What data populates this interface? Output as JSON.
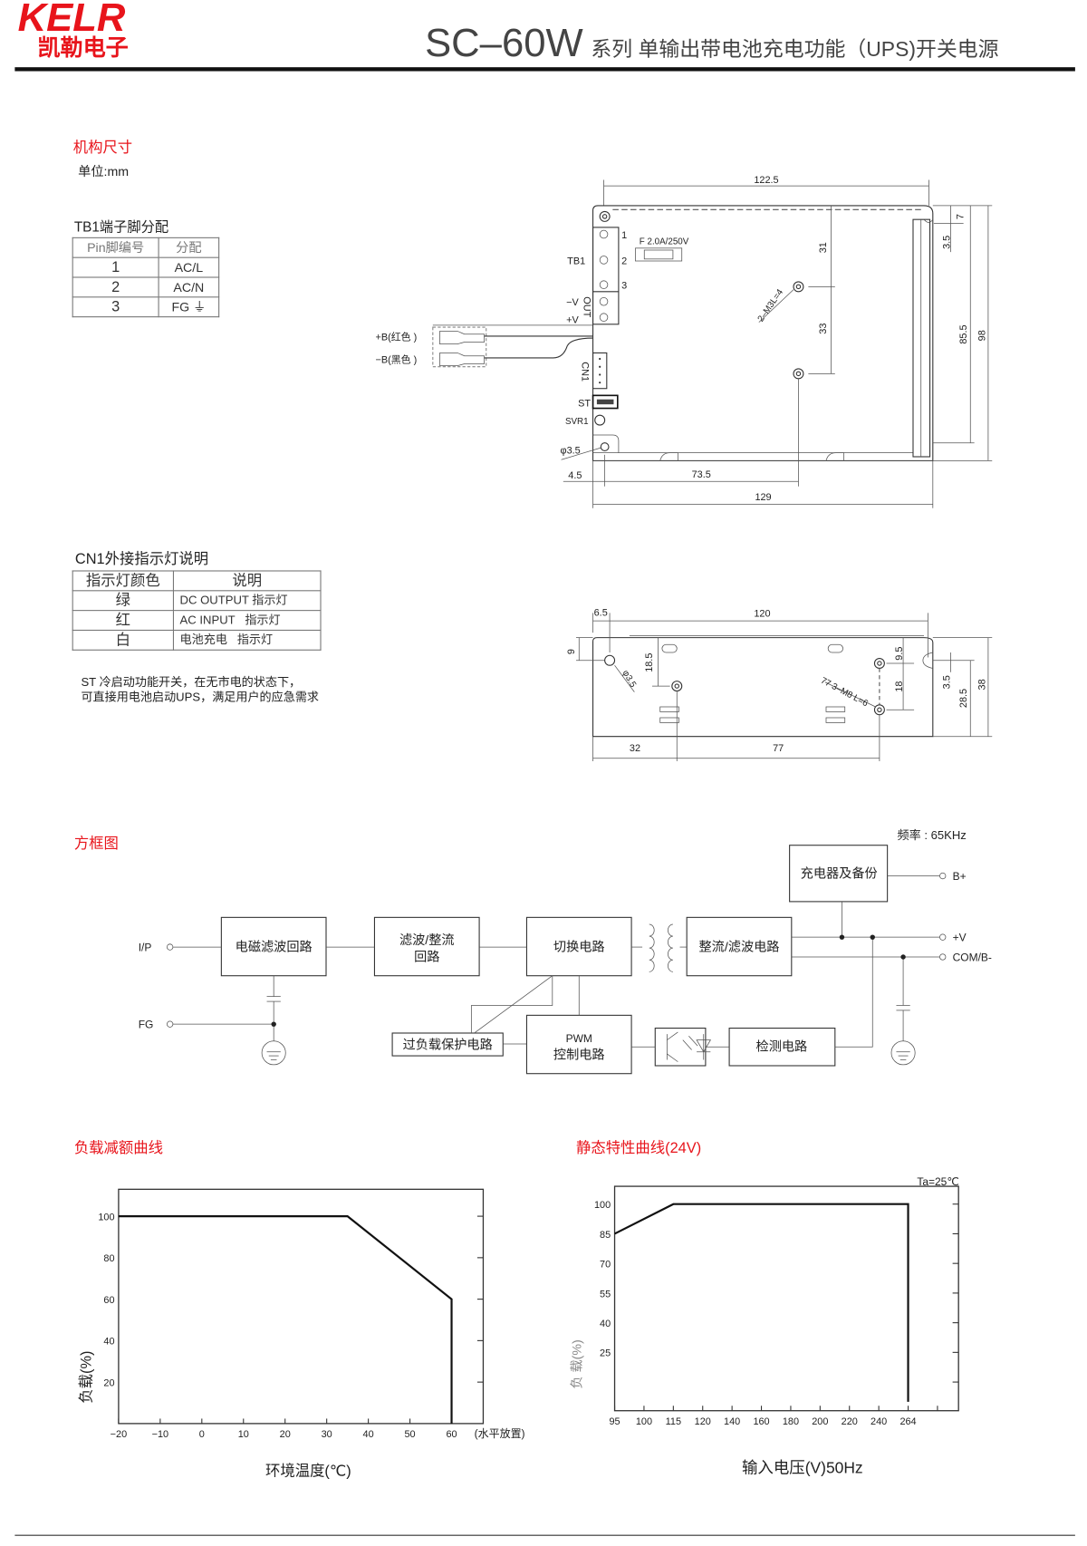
{
  "header": {
    "logo_en": "KELR",
    "logo_cn": "凯勒电子",
    "model": "SC–60W",
    "title": "系列 单输出带电池充电功能（UPS)开关电源"
  },
  "mech": {
    "title": "机构尺寸",
    "unit": "单位:mm"
  },
  "tb1": {
    "title": "TB1端子脚分配",
    "headers": [
      "Pin脚编号",
      "分配"
    ],
    "rows": [
      [
        "1",
        "AC/L"
      ],
      [
        "2",
        "AC/N"
      ],
      [
        "3",
        "FG ⏚"
      ]
    ]
  },
  "top_view": {
    "dims": {
      "width_top": "122.5",
      "width_bottom": "129",
      "offset_left": "4.5",
      "hole_x": "73.5",
      "h31": "31",
      "h33": "33",
      "h7": "7",
      "h3_5": "3.5",
      "h85_5": "85.5",
      "h98": "98"
    },
    "labels": {
      "tb1": "TB1",
      "pin1": "1",
      "pin2": "2",
      "pin3": "3",
      "fuse": "F 2.0A/250V",
      "minus_v": "−V",
      "plus_v": "+V",
      "out": "OUT",
      "b_plus": "+B(红色 )",
      "b_minus": "−B(黑色 )",
      "cn1": "CN1",
      "st": "ST",
      "svr1": "SVR1",
      "hole": "φ3.5",
      "screw": "2–M3L=4"
    }
  },
  "cn1": {
    "title": "CN1外接指示灯说明",
    "headers": [
      "指示灯颜色",
      "说明"
    ],
    "rows": [
      [
        "绿",
        "DC OUTPUT 指示灯"
      ],
      [
        "红",
        "AC INPUT   指示灯"
      ],
      [
        "白",
        "电池充电   指示灯"
      ]
    ],
    "note": [
      "ST 冷启动功能开关，在无市电的状态下，",
      "可直接用电池启动UPS，满足用户的应急需求"
    ]
  },
  "side_view": {
    "dims": {
      "d6_5": "6.5",
      "d120": "120",
      "d9": "9",
      "d18_5": "18.5",
      "d9_5": "9.5",
      "d18": "18",
      "d3_5": "3.5",
      "d28_5": "28.5",
      "d38": "38",
      "d32": "32",
      "d77": "77"
    },
    "labels": {
      "hole": "φ3.5",
      "screw": "77 3–M8 L=6"
    }
  },
  "block": {
    "title": "方框图",
    "freq": "频率 : 65KHz",
    "boxes": {
      "emi": "电磁滤波回路",
      "rect1a": "滤波/整流",
      "rect1b": "回路",
      "switch": "切换电路",
      "rect2": "整流/滤波电路",
      "charger": "充电器及备份",
      "olp": "过负载保护电路",
      "pwm1": "PWM",
      "pwm2": "控制电路",
      "detect": "检测电路"
    },
    "io": {
      "ip": "I/P",
      "fg": "FG",
      "bplus": "B+",
      "vplus": "+V",
      "com": "COM/B-"
    }
  },
  "chart_data": [
    {
      "type": "line",
      "title": "负载减额曲线",
      "xlabel": "环境温度(℃)",
      "ylabel": "负载(%)",
      "x_note": "(水平放置)",
      "xlim": [
        -20,
        67.6
      ],
      "ylim": [
        0,
        113
      ],
      "x_ticks": [
        -20,
        -10,
        0,
        10,
        20,
        30,
        40,
        50,
        60
      ],
      "y_ticks": [
        20,
        40,
        60,
        80,
        100
      ],
      "grid": false,
      "series": [
        {
          "name": "derating",
          "points": [
            [
              -20,
              100
            ],
            [
              35,
              100
            ],
            [
              60,
              60
            ],
            [
              60,
              0
            ]
          ]
        }
      ]
    },
    {
      "type": "line",
      "title": "静态特性曲线(24V)",
      "xlabel": "输入电压(V)50Hz",
      "ylabel": "负 载(%)",
      "annotation": "Ta=25℃",
      "x_categories": [
        "95",
        "100",
        "115",
        "120",
        "140",
        "160",
        "180",
        "200",
        "220",
        "240",
        "264"
      ],
      "ylim": [
        -4.5,
        109
      ],
      "y_ticks": [
        25,
        40,
        55,
        70,
        85,
        100
      ],
      "grid": false,
      "series": [
        {
          "name": "static",
          "points": [
            [
              "95",
              85
            ],
            [
              "115",
              100
            ],
            [
              "264",
              100
            ],
            [
              "264",
              0
            ]
          ]
        }
      ]
    }
  ]
}
